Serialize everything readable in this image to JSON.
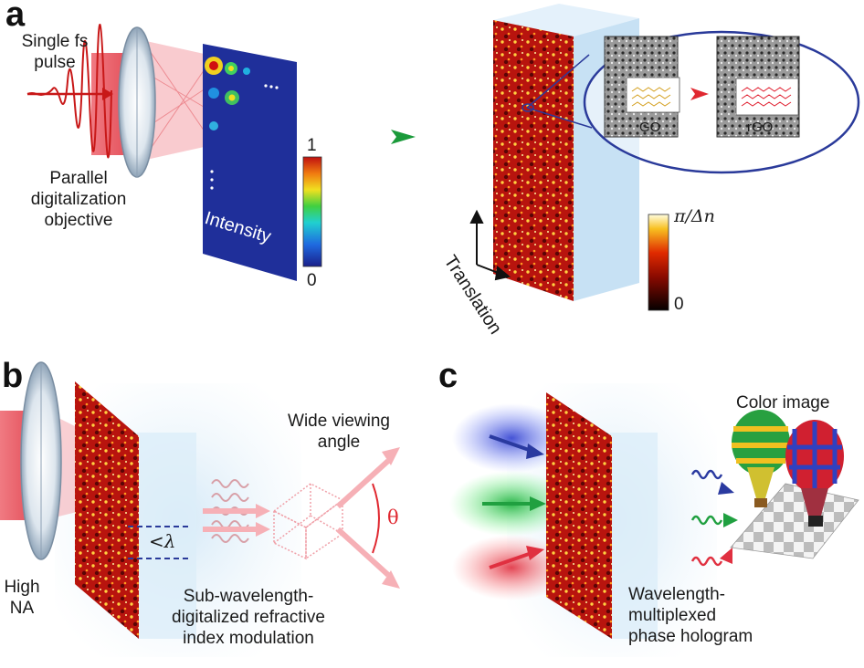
{
  "panels": {
    "a": "a",
    "b": "b",
    "c": "c"
  },
  "panel_a": {
    "beam_label_line1": "Single fs",
    "beam_label_line2": "pulse",
    "objective_line1": "Parallel",
    "objective_line2": "digitalization",
    "objective_line3": "objective",
    "intensity_label": "Intensity",
    "colorbar_max": "1",
    "colorbar_min": "0",
    "translation_label": "Translation",
    "inset_go": "GO",
    "inset_rgo": "rGO",
    "phase_bar_max": "π/Δn",
    "phase_bar_min": "0"
  },
  "panel_b": {
    "high_na_line1": "High",
    "high_na_line2": "NA",
    "lambda_label": "<λ",
    "wide_line1": "Wide viewing",
    "wide_line2": "angle",
    "theta_label": "θ",
    "caption_line1": "Sub-wavelength-",
    "caption_line2": "digitalized refractive",
    "caption_line3": "index modulation"
  },
  "panel_c": {
    "color_image_label": "Color image",
    "caption_line1": "Wavelength-",
    "caption_line2": "multiplexed",
    "caption_line3": "phase hologram"
  },
  "colors": {
    "laser_red": "#e8505a",
    "intensity_blue": "#1f2f9a",
    "hologram_red": "#c8201a",
    "glass_blue": "#cfe6f6",
    "inset_ellipse": "#2a3a9a",
    "green_arrow": "#1a9a3a"
  }
}
